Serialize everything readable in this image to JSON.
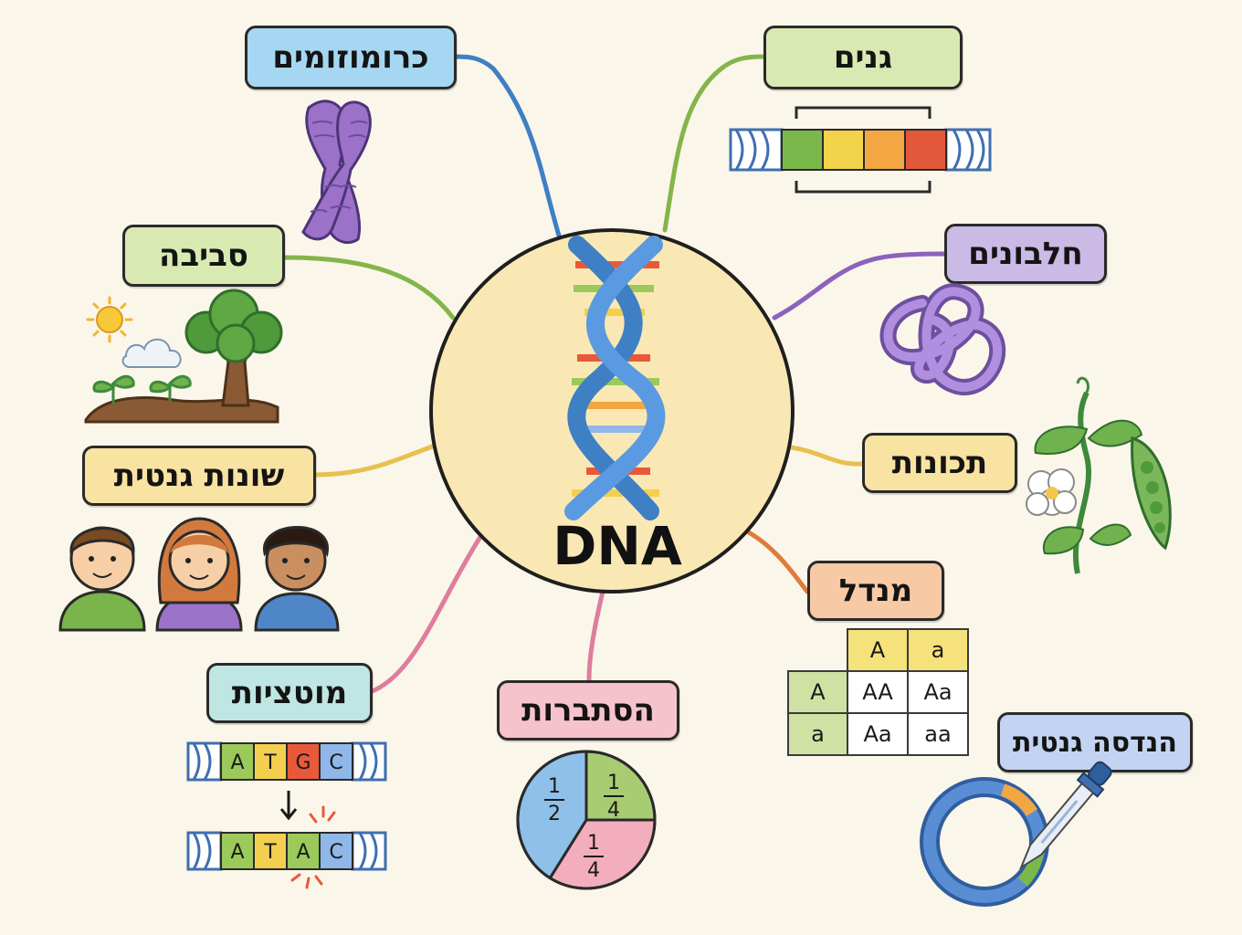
{
  "center": {
    "label": "DNA"
  },
  "nodes": [
    {
      "id": "chromosomes",
      "label": "כרומוזומים",
      "fill": "#a6d7f2",
      "line": "#3f7fc4"
    },
    {
      "id": "genes",
      "label": "גנים",
      "fill": "#d9e9b2",
      "line": "#84b54a"
    },
    {
      "id": "proteins",
      "label": "חלבונים",
      "fill": "#cbb9e6",
      "line": "#8c62bd"
    },
    {
      "id": "traits",
      "label": "תכונות",
      "fill": "#f9e3a2",
      "line": "#e6c14e"
    },
    {
      "id": "mendel",
      "label": "מנדל",
      "fill": "#f7caa5",
      "line": "#e07b3a"
    },
    {
      "id": "engineering",
      "label": "הנדסה גנטית",
      "fill": "#c3d4f2",
      "line": "#5a7fc4"
    },
    {
      "id": "probability",
      "label": "הסתברות",
      "fill": "#f6c3cd",
      "line": "#de7d9d"
    },
    {
      "id": "mutations",
      "label": "מוטציות",
      "fill": "#bfe6e3",
      "line": "#de7d9d"
    },
    {
      "id": "variation",
      "label": "שונות גנטית",
      "fill": "#f9e3a2",
      "line": "#e6c14e"
    },
    {
      "id": "environment",
      "label": "סביבה",
      "fill": "#d9e9b2",
      "line": "#84b54a"
    }
  ],
  "punnett": {
    "header": [
      "A",
      "a"
    ],
    "rows": [
      {
        "side": "A",
        "cells": [
          "AA",
          "Aa"
        ]
      },
      {
        "side": "a",
        "cells": [
          "Aa",
          "aa"
        ]
      }
    ]
  },
  "mutations": {
    "before": [
      "A",
      "T",
      "G",
      "C"
    ],
    "after": [
      "A",
      "T",
      "A",
      "C"
    ],
    "base_colors": {
      "A": "#9bc95a",
      "T": "#f4cf4f",
      "G": "#e8593a",
      "C": "#8fb7e8"
    }
  },
  "probability": {
    "slices": [
      {
        "num": "1",
        "den": "2",
        "fraction": 0.5,
        "color": "#8ec0ea"
      },
      {
        "num": "1",
        "den": "4",
        "fraction": 0.25,
        "color": "#a8cc72"
      },
      {
        "num": "1",
        "den": "4",
        "fraction": 0.25,
        "color": "#f3aebd"
      }
    ]
  },
  "genes_segments": [
    "#7bb84c",
    "#f2d34a",
    "#f2a742",
    "#e2583a"
  ]
}
